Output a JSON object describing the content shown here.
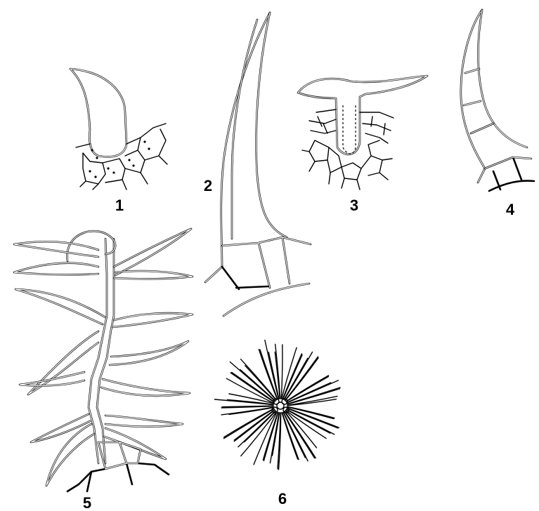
{
  "figures": [
    {
      "id": "1",
      "label": "1"
    },
    {
      "id": "2",
      "label": "2"
    },
    {
      "id": "3",
      "label": "3"
    },
    {
      "id": "4",
      "label": "4"
    },
    {
      "id": "5",
      "label": "5"
    },
    {
      "id": "6",
      "label": "6"
    }
  ]
}
